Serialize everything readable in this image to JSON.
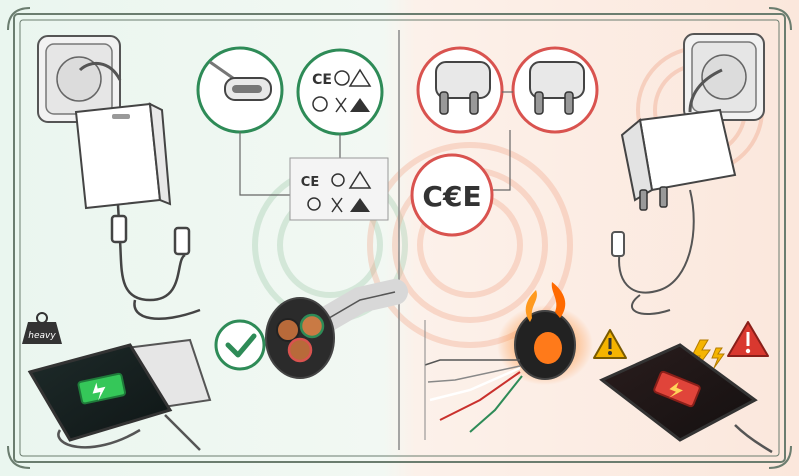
{
  "labels": {
    "weight_badge": "heavy",
    "cert_mark_a": "CE",
    "cert_mark_b": "CE",
    "cert_mark_fake": "C€E"
  },
  "colors": {
    "safe_bg": "#eef7f1",
    "unsafe_bg": "#fdeee6",
    "safe_accent": "#2e8b57",
    "unsafe_accent": "#d9534f",
    "warning_yellow": "#f5b400",
    "warning_red": "#d9382f",
    "frame": "#6b7d6f",
    "battery_green": "#35c759",
    "battery_red": "#e0443a"
  },
  "icons": {
    "check": "checkmark-icon",
    "warning_yellow": "warning-triangle-icon",
    "warning_red": "warning-triangle-red-icon",
    "lightning": "lightning-icon",
    "fire": "flame-icon"
  }
}
